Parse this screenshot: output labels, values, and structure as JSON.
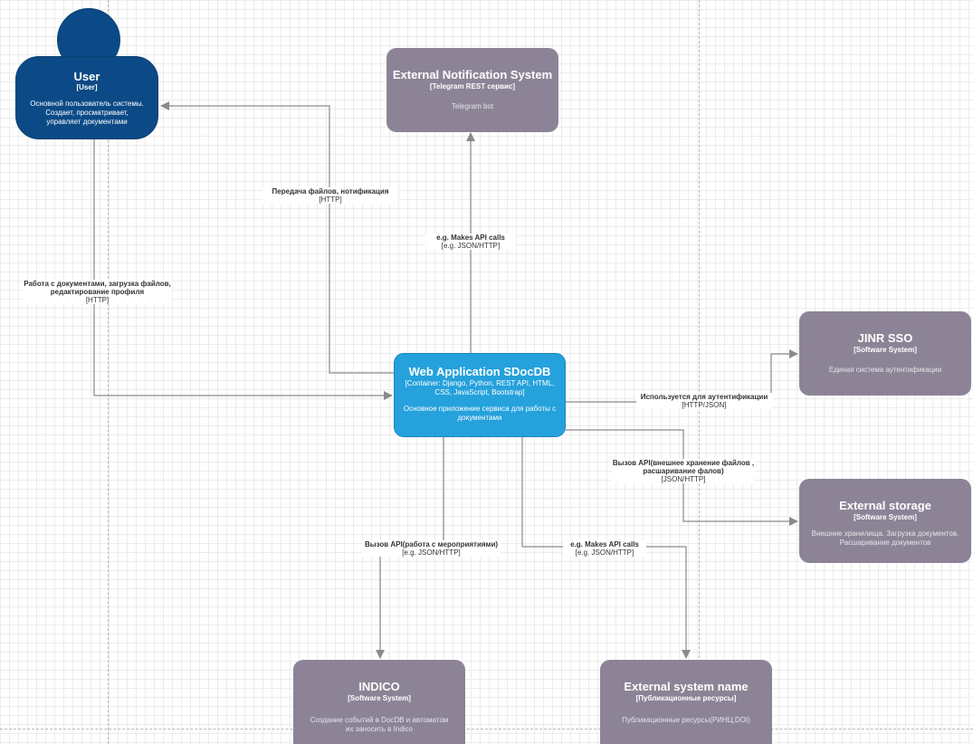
{
  "nodes": {
    "user": {
      "name": "User",
      "type": "[User]",
      "description": "Основной пользователь системы. Создает, просматривает, управляет документами"
    },
    "notification": {
      "name": "External Notification System",
      "type": "[Telegram REST сервис]",
      "description": "Telegram bot"
    },
    "webapp": {
      "name": "Web Application SDocDB",
      "type": "[Container: Django, Python, REST API, HTML, CSS, JavaScript, Bootstrap]",
      "description": "Основное приложение сервиса для работы с документами"
    },
    "jinr_sso": {
      "name": "JINR SSO",
      "type": "[Software System]",
      "description": "Единая система аутентификации"
    },
    "storage": {
      "name": "External storage",
      "type": "[Software System]",
      "description": "Внешние хранилища. Загрузка документов. Расшаривание документов"
    },
    "indico": {
      "name": "INDICO",
      "type": "[Software System]",
      "description": "Создание событий в DocDB и автоматом их заносить в Indico"
    },
    "external_system": {
      "name": "External system name",
      "type": "[Публикационные ресурсы]",
      "description": "Публикационные ресурсы(РИНЦ,DOI)"
    }
  },
  "edges": {
    "web_to_user": {
      "label": "Передача файлов, нотификация",
      "protocol": "[HTTP]"
    },
    "web_to_notification": {
      "label": "e.g. Makes API calls",
      "protocol": "[e.g. JSON/HTTP]"
    },
    "user_to_web": {
      "label": "Работа с документами, загрузка файлов, редактирование профиля",
      "protocol": "[HTTP]"
    },
    "web_to_sso": {
      "label": "Используется для аутентификации",
      "protocol": "[HTTP/JSON]"
    },
    "web_to_storage": {
      "label": "Вызов API(внешнее хранение файлов , расшаривание фалов)",
      "protocol": "[JSON/HTTP]"
    },
    "web_to_indico": {
      "label": "Вызов API(работа с мероприятиями)",
      "protocol": "[e.g. JSON/HTTP]"
    },
    "web_to_external": {
      "label": "e.g. Makes API calls",
      "protocol": "[e.g. JSON/HTTP]"
    }
  },
  "colors": {
    "person": "#0b4a86",
    "container": "#25a1dc",
    "software_system": "#8c8496",
    "edge": "#8a8a8a"
  }
}
